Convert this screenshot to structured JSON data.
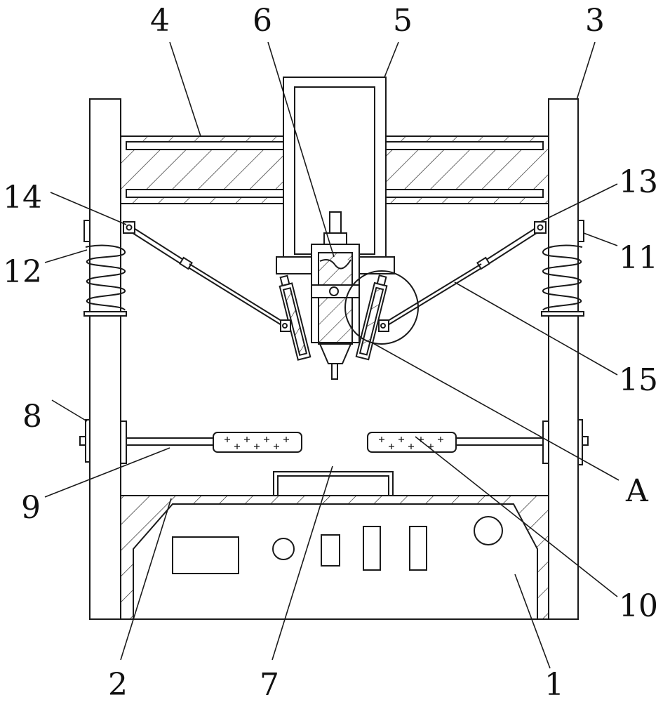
{
  "colors": {
    "line": "#1a1a1a",
    "background": "#ffffff"
  },
  "labels": {
    "part_1": "1",
    "part_2": "2",
    "part_3": "3",
    "part_4": "4",
    "part_5": "5",
    "part_6": "6",
    "part_7": "7",
    "part_8": "8",
    "part_9": "9",
    "part_10": "10",
    "part_11": "11",
    "part_12": "12",
    "part_13": "13",
    "part_14": "14",
    "part_15": "15",
    "detail_a": "A"
  }
}
